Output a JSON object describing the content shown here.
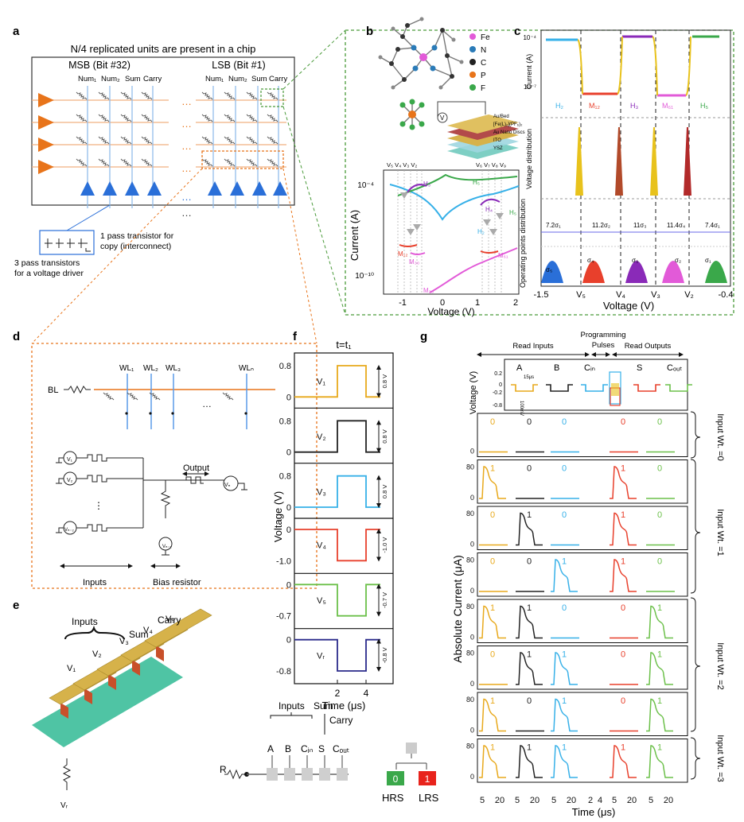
{
  "panel_labels": {
    "a": "a",
    "b": "b",
    "c": "c",
    "d": "d",
    "e": "e",
    "f": "f",
    "g": "g"
  },
  "panel_a": {
    "title": "N/4 replicated units are present in a chip",
    "msb": "MSB (Bit #32)",
    "lsb": "LSB (Bit #1)",
    "cols": [
      "Num₁",
      "Num₂",
      "Sum",
      "Carry"
    ],
    "dots": "…",
    "note1": "1 pass transistor for",
    "note1b": "copy (interconnect)",
    "note2": "3 pass transistors",
    "note2b": "for a voltage driver"
  },
  "panel_b": {
    "legend": [
      "Fe",
      "N",
      "C",
      "P",
      "F"
    ],
    "legend_colors": [
      "#e25ad8",
      "#2a7bb8",
      "#222222",
      "#e8741a",
      "#3aa84a"
    ],
    "stack": [
      "Au/Bed",
      "[Fe(L)₂](PF₆)₂",
      "Au Nano Discs",
      "ITO",
      "YSZ"
    ],
    "ylabel": "Current (A)",
    "xlabel": "Voltage (V)",
    "yticks": [
      "10⁻⁴",
      "10⁻¹⁰"
    ],
    "xticks": [
      "-1",
      "0",
      "1",
      "2"
    ],
    "vtop_left": "V₅ V₄ V₃ V₂",
    "vtop_right": "V₆ V₇ V₈ V₉",
    "states": [
      "H₂",
      "H₃",
      "H₄",
      "H₅",
      "M₁₂",
      "M₃₀",
      "M₆₁",
      "M₃₀"
    ]
  },
  "panel_c": {
    "ylabel1": "Current (A)",
    "ylabel2": "Voltage distribution",
    "ylabel3": "Operating points distribution",
    "yticks": [
      "10⁻⁴",
      "10⁻⁷"
    ],
    "states": [
      "H₂",
      "M₁₂",
      "H₃",
      "M₆₁",
      "H₅"
    ],
    "sigmas": [
      "7.2σ₁",
      "11.2σ₂",
      "11σ₃",
      "11.4σ₄",
      "7.4σ₁"
    ],
    "sigma_lbls": [
      "σ₅",
      "σ₄",
      "σ₃",
      "σ₂",
      "σ₁"
    ],
    "xticks": [
      "-1.5",
      "V₅",
      "V₄",
      "V₃",
      "V₂",
      "-0.4"
    ],
    "xlabel": "Voltage (V)"
  },
  "panel_d": {
    "bl": "BL",
    "wl": [
      "WL₁",
      "WL₂",
      "WL₃",
      "WLₙ"
    ],
    "dots": "…",
    "v_labels": [
      "V₁",
      "V₂",
      "Vₙ₋₂",
      "Vₙ₋₁",
      "Vₙ"
    ],
    "output": "Output",
    "inputs": "Inputs",
    "bias": "Bias resistor"
  },
  "panel_e": {
    "inputs": "Inputs",
    "sum": "Sum",
    "carry": "Carry",
    "v": [
      "V₁",
      "V₂",
      "V₃",
      "V₄",
      "V₅"
    ],
    "vr": "Vᵣ",
    "r": "R",
    "circuit_inputs": "Inputs",
    "circuit_sum": "Sum",
    "circuit_carry": "Carry",
    "circuit_cells": [
      "A",
      "B",
      "Cᵢₙ",
      "S",
      "Cₒᵤₜ"
    ],
    "hrs": "HRS",
    "lrs": "LRS",
    "hrs_val": "0",
    "lrs_val": "1"
  },
  "panel_f": {
    "title": "t=t₁",
    "ylabel": "Voltage (V)",
    "xlabel": "Time (μs)",
    "xticks": [
      "2",
      "4"
    ],
    "pulses": [
      {
        "name": "V₁",
        "level": "0.8",
        "amp": "0.8 V",
        "color": "#e8a91c",
        "dir": 1
      },
      {
        "name": "V₂",
        "level": "0.8",
        "amp": "0.8 V",
        "color": "#222222",
        "dir": 1
      },
      {
        "name": "V₃",
        "level": "0.8",
        "amp": "0.8 V",
        "color": "#36b0e8",
        "dir": 1
      },
      {
        "name": "V₄",
        "level": "-1.0",
        "amp": "-1.0 V",
        "color": "#e8402c",
        "dir": -1
      },
      {
        "name": "V₅",
        "level": "-0.7",
        "amp": "-0.7 V",
        "color": "#6cc04a",
        "dir": -1
      },
      {
        "name": "Vᵣ",
        "level": "-0.8",
        "amp": "-0.8 V",
        "color": "#2a2a8a",
        "dir": -1
      }
    ]
  },
  "panel_g": {
    "read_inputs": "Read Inputs",
    "programming": "Programming",
    "pulses": "Pulses",
    "read_outputs": "Read Outputs",
    "cols": [
      "A",
      "B",
      "Cᵢₙ",
      "S",
      "Cₒᵤₜ"
    ],
    "col_colors": [
      "#e8a91c",
      "#222222",
      "#36b0e8",
      "#e8402c",
      "#6cc04a"
    ],
    "top_ylabel": "Voltage (V)",
    "top_yticks": [
      "0.2",
      "0",
      "-0.2",
      "-0.8"
    ],
    "width_lbl": "15μs",
    "amp_lbl": "100mV",
    "ylabel": "Absolute Current (μA)",
    "xlabel": "Time (μs)",
    "ytick": [
      "0",
      "80"
    ],
    "xticks": [
      "5",
      "20",
      "5",
      "20",
      "5",
      "20",
      "2",
      "4",
      "5",
      "20",
      "5",
      "20"
    ],
    "rows": [
      [
        0,
        0,
        0,
        0,
        0
      ],
      [
        1,
        0,
        0,
        1,
        0
      ],
      [
        0,
        1,
        0,
        1,
        0
      ],
      [
        0,
        0,
        1,
        1,
        0
      ],
      [
        1,
        1,
        0,
        0,
        1
      ],
      [
        0,
        1,
        1,
        0,
        1
      ],
      [
        1,
        0,
        1,
        0,
        1
      ],
      [
        1,
        1,
        1,
        1,
        1
      ]
    ],
    "groups": [
      "Input Wt. =0",
      "Input Wt. =1",
      "Input Wt. =2",
      "Input Wt. =3"
    ]
  }
}
